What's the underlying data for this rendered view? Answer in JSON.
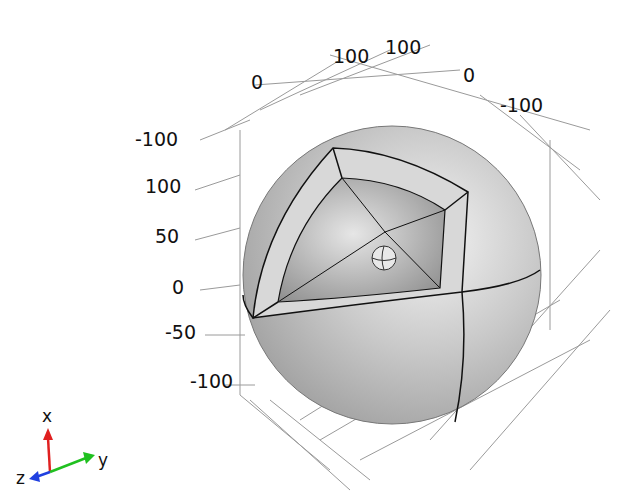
{
  "diagram": {
    "labels": [
      "100",
      "100",
      "0",
      "0",
      "-100",
      "-100",
      "100",
      "50",
      "0",
      "-50",
      "-100",
      "x",
      "z",
      "y"
    ]
  }
}
